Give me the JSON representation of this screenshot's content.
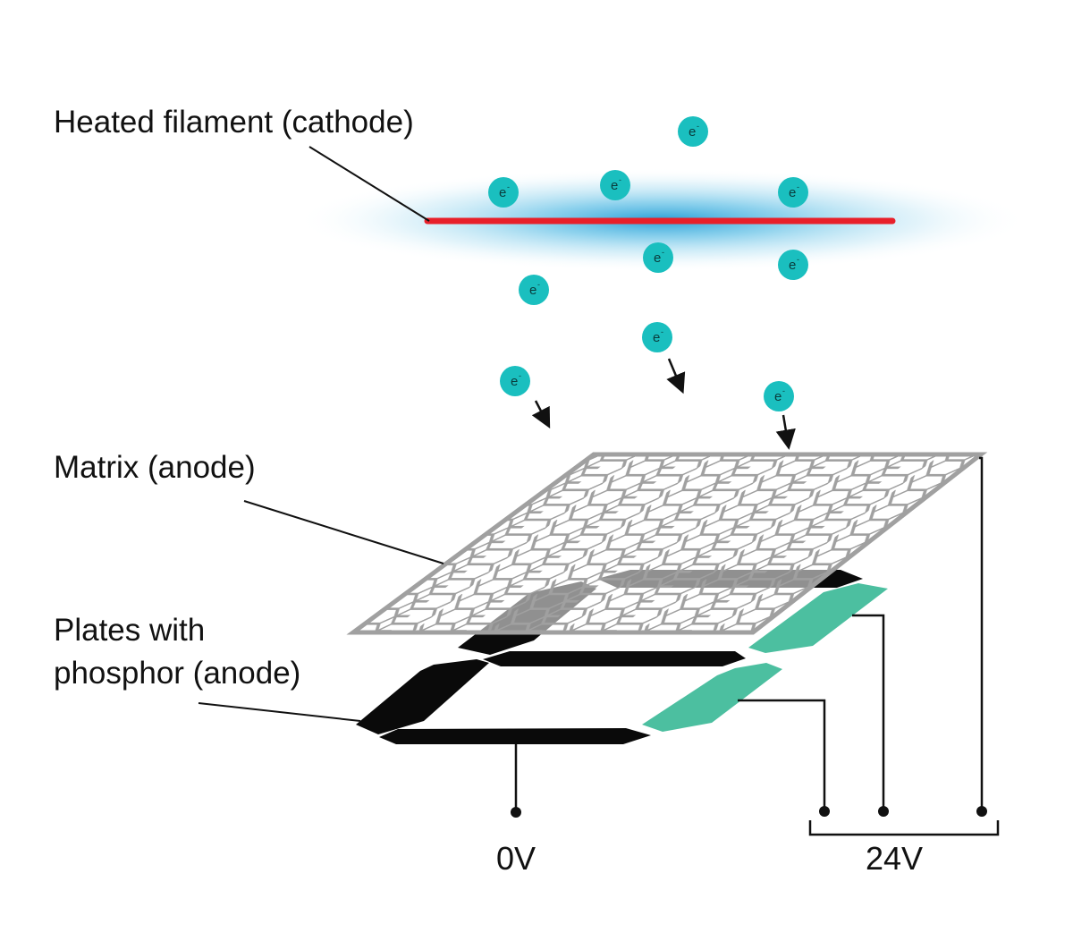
{
  "labels": {
    "cathode": "Heated filament (cathode)",
    "matrix": "Matrix (anode)",
    "plates_line1": "Plates with",
    "plates_line2": "phosphor (anode)",
    "voltage_low": "0V",
    "voltage_high": "24V"
  },
  "electron": {
    "letter": "e",
    "charge": "-"
  },
  "colors": {
    "filament": "#e8202a",
    "glow": "#29a8d8",
    "electron": "#1abfbf",
    "grid": "#a0a0a0",
    "segment_off": "#0a0a0a",
    "segment_lit": "#4cbfa0",
    "wire": "#111111"
  }
}
